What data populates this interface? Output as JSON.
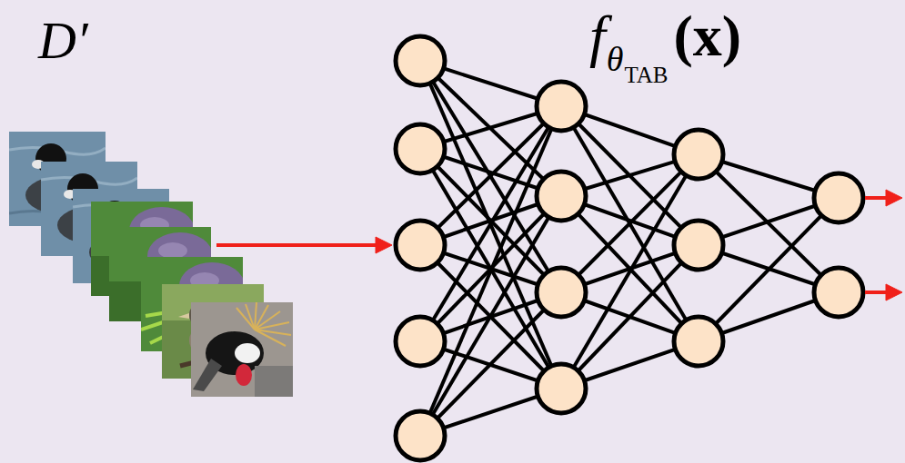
{
  "diagram": {
    "labels": [
      "D′",
      "f",
      "θ",
      "TAB",
      "(x)"
    ]
  }
}
